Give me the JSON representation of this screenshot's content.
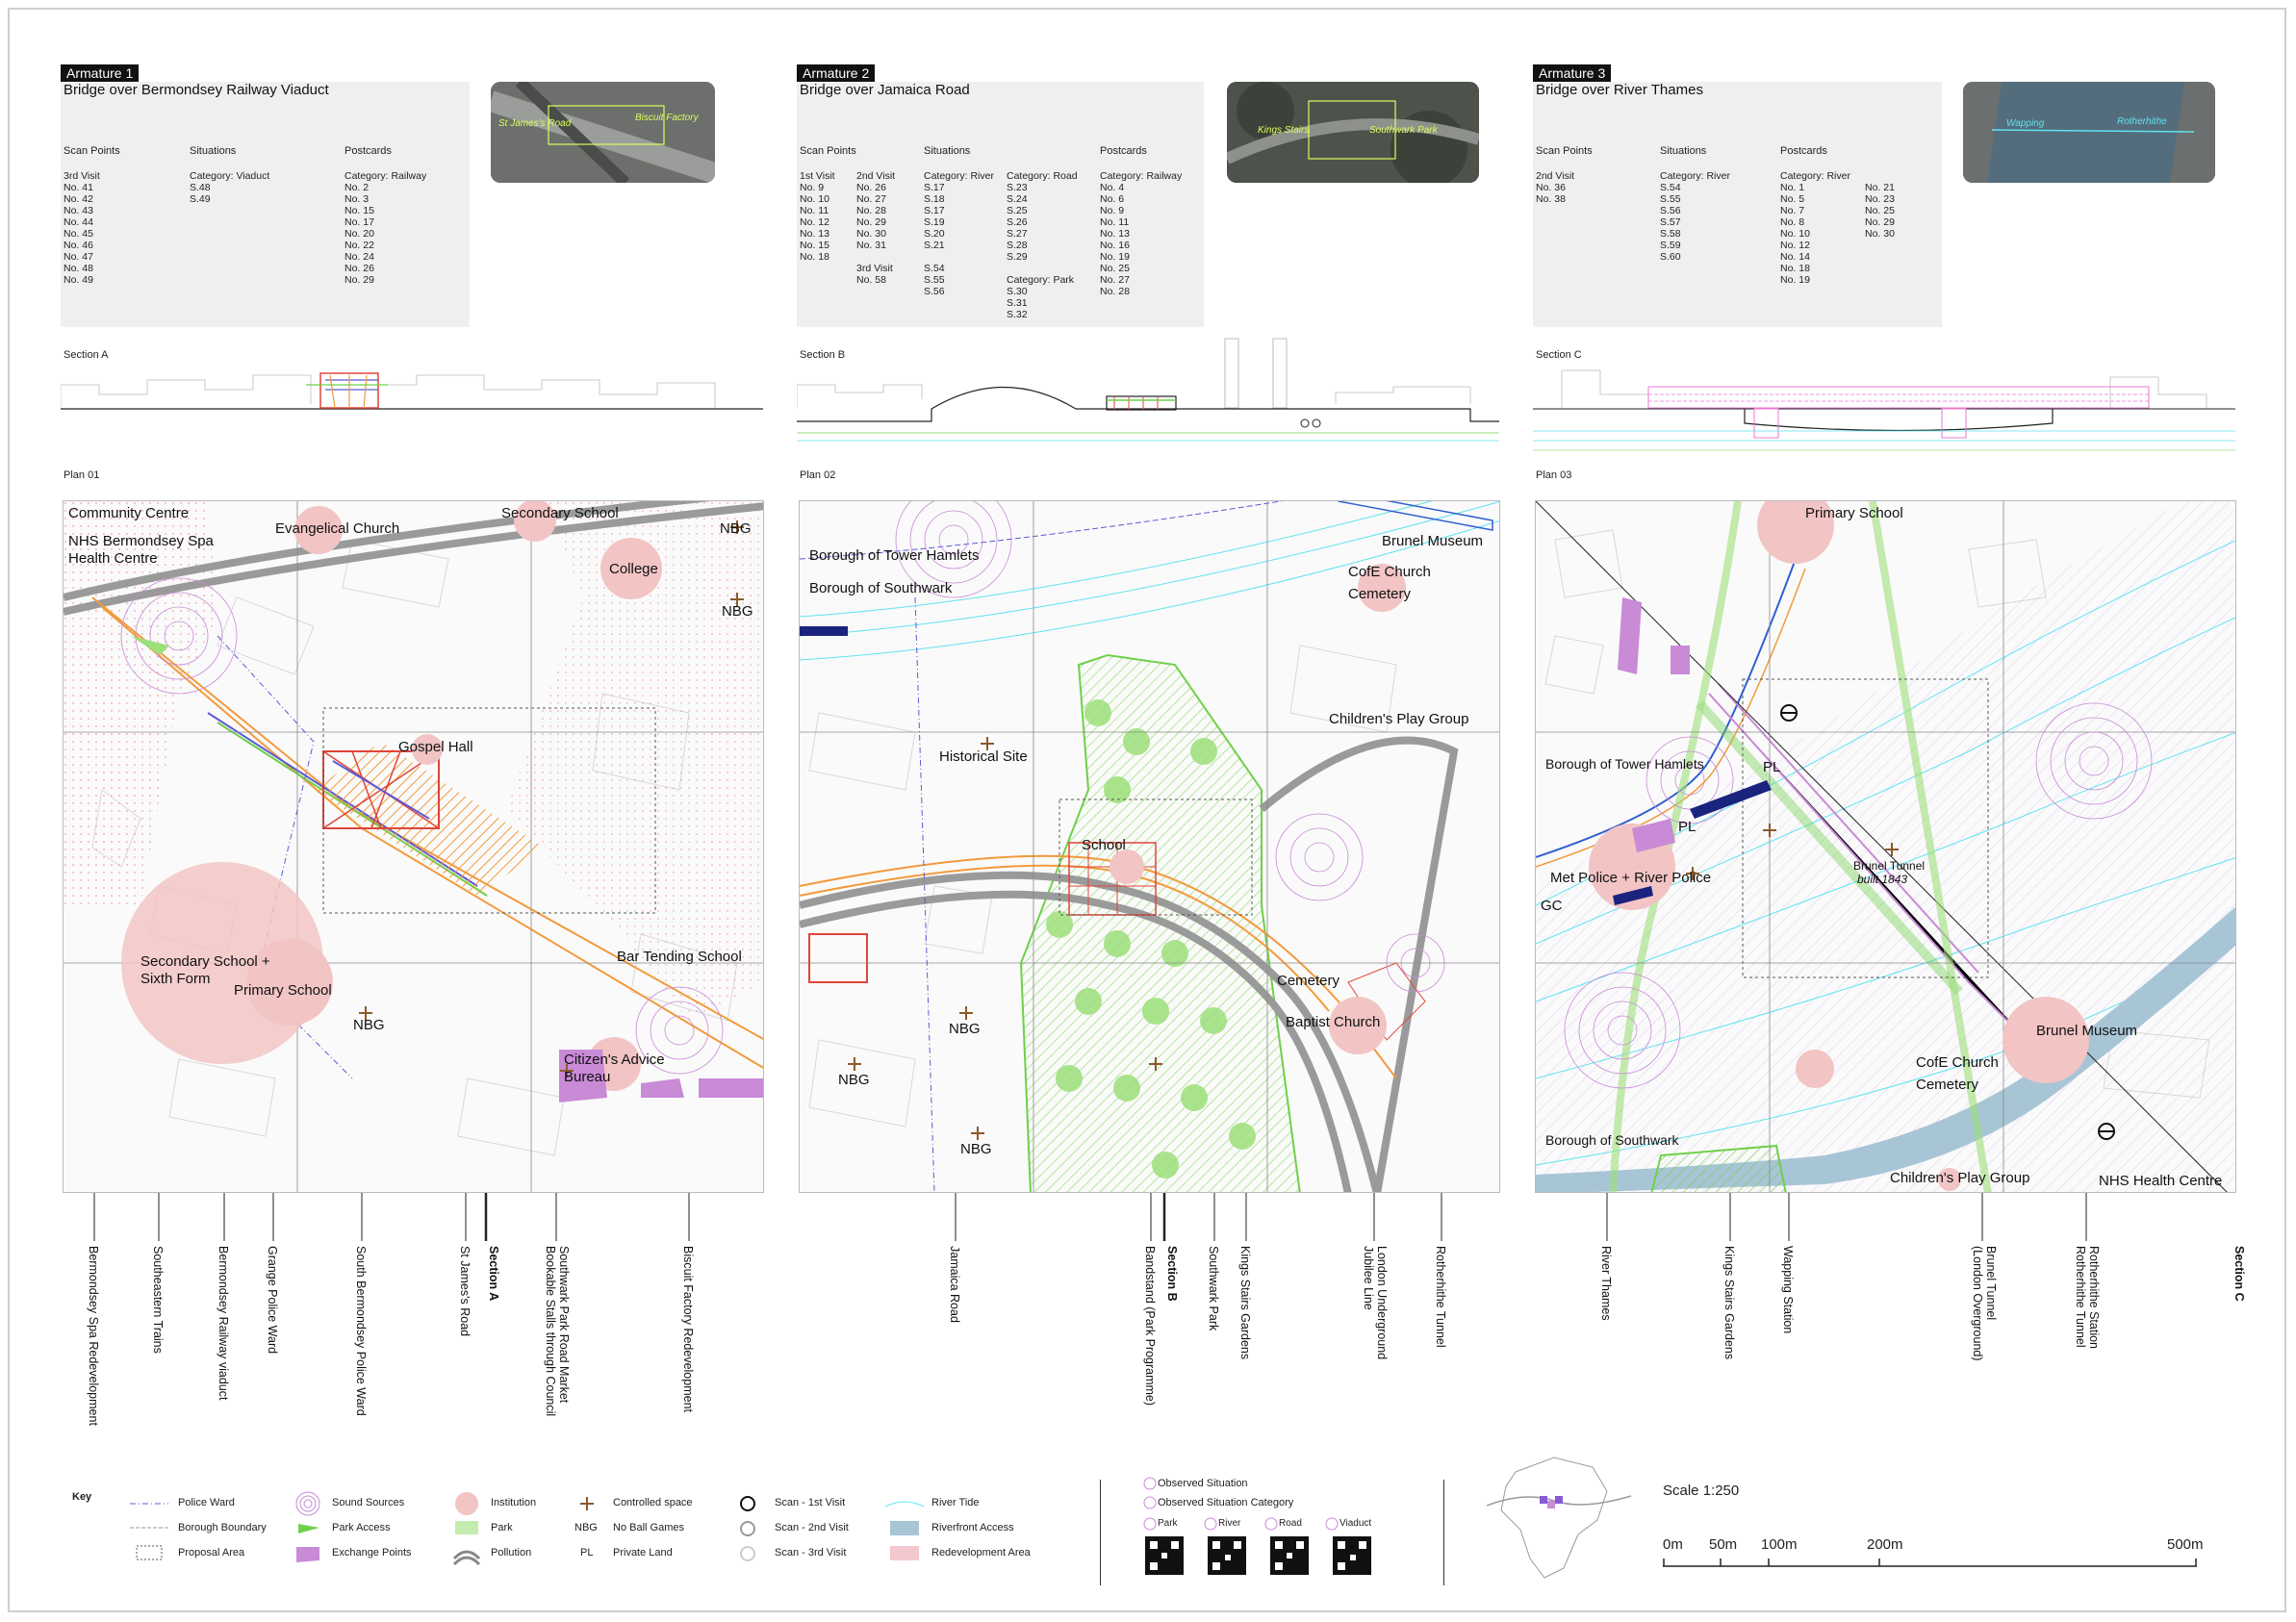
{
  "armatures": [
    {
      "tag": "Armature 1",
      "title": "Bridge over Bermondsey Railway Viaduct",
      "headers": [
        "Scan Points",
        "Situations",
        "Postcards"
      ],
      "scan_points": "3rd Visit\nNo. 41\nNo. 42\nNo. 43\nNo. 44\nNo. 45\nNo. 46\nNo. 47\nNo. 48\nNo. 49",
      "situations": "Category: Viaduct\nS.48\nS.49",
      "postcards": "Category: Railway\nNo. 2\nNo. 3\nNo. 15\nNo. 17\nNo. 20\nNo. 22\nNo. 24\nNo. 26\nNo. 29",
      "photo_labels": [
        "St James's Road",
        "Biscuit Factory"
      ]
    },
    {
      "tag": "Armature 2",
      "title": "Bridge over Jamaica Road",
      "headers": [
        "Scan Points",
        "Situations",
        "Postcards"
      ],
      "scan_points_a": "1st Visit\nNo. 9\nNo. 10\nNo. 11\nNo. 12\nNo. 13\nNo. 15\nNo. 18",
      "scan_points_b": "2nd Visit\nNo. 26\nNo. 27\nNo. 28\nNo. 29\nNo. 30\nNo. 31\n\n3rd Visit\nNo. 58",
      "situations_a": "Category: River\nS.17\nS.18\nS.17\nS.19\nS.20\nS.21\n\nS.54\nS.55\nS.56",
      "situations_b": "Category: Road\nS.23\nS.24\nS.25\nS.26\nS.27\nS.28\nS.29\n\nCategory: Park\nS.30\nS.31\nS.32",
      "postcards": "Category: Railway\nNo. 4\nNo. 6\nNo. 9\nNo. 11\nNo. 13\nNo. 16\nNo. 19\nNo. 25\nNo. 27\nNo. 28",
      "photo_labels": [
        "Kings Stairs",
        "Southwark Park"
      ]
    },
    {
      "tag": "Armature 3",
      "title": "Bridge over River Thames",
      "headers": [
        "Scan Points",
        "Situations",
        "Postcards"
      ],
      "scan_points": "2nd Visit\nNo. 36\nNo. 38",
      "situations": "Category: River\nS.54\nS.55\nS.56\nS.57\nS.58\nS.59\nS.60",
      "postcards_a": "Category: River\nNo. 1\nNo. 5\nNo. 7\nNo. 8\nNo. 10\nNo. 12\nNo. 14\nNo. 18\nNo. 19",
      "postcards_b": "\nNo. 21\nNo. 23\nNo. 25\nNo. 29\nNo. 30",
      "photo_labels": [
        "Wapping",
        "Rotherhithe"
      ]
    }
  ],
  "sections": [
    "Section A",
    "Section B",
    "Section C"
  ],
  "plans": [
    {
      "label": "Plan 01",
      "places": [
        "Community Centre",
        "NHS Bermondsey Spa\nHealth Centre",
        "Evangelical Church",
        "Secondary School",
        "College",
        "NBG",
        "NBG",
        "Gospel Hall",
        "Secondary School +\nSixth Form",
        "Primary School",
        "NBG",
        "Bar Tending School",
        "Citizen's Advice\nBureau"
      ],
      "bottom_labels": [
        "Bermondsey Spa Redevelopment",
        "Southeastern Trains",
        "Bermondsey Railway viaduct",
        "Grange Police Ward",
        "South Bermondsey Police Ward",
        "St James's Road",
        "Section A",
        "Southwark Park Road Market\nBookable Stalls through Council",
        "Biscuit Factory Redevelopment"
      ]
    },
    {
      "label": "Plan 02",
      "places": [
        "Borough of Tower Hamlets",
        "Borough of Southwark",
        "Brunel Museum",
        "CofE Church\nCemetery",
        "Historical Site",
        "Children's Play Group",
        "School",
        "NBG",
        "NBG",
        "NBG",
        "Cemetery",
        "Baptist Church"
      ],
      "bottom_labels": [
        "Jamaica Road",
        "Bandstand (Park Programme)",
        "Section B",
        "Southwark Park",
        "Kings Stairs Gardens",
        "London Underground\nJubilee Line",
        "Rotherhithe Tunnel"
      ]
    },
    {
      "label": "Plan 03",
      "places": [
        "Primary School",
        "Borough of Tower Hamlets",
        "PL",
        "PL",
        "Met Police + River Police",
        "GC",
        "Brunel Tunnel",
        "built 1843",
        "Brunel Museum",
        "CofE Church\nCemetery",
        "Borough of Southwark",
        "Children's Play Group",
        "NHS Health Centre"
      ],
      "bottom_labels": [
        "River Thames",
        "Kings Stairs Gardens",
        "Wapping Station",
        "Brunel Tunnel\n(London Overground)",
        "Rotherhithe Station\nRotherhithe Tunnel",
        "Section C"
      ]
    }
  ],
  "key": {
    "title": "Key",
    "items": [
      "Police Ward",
      "Borough Boundary",
      "Proposal Area",
      "Sound Sources",
      "Park Access",
      "Exchange Points",
      "Institution",
      "Park",
      "Pollution",
      "Controlled space",
      "No Ball Games",
      "Private Land",
      "Scan - 1st Visit",
      "Scan - 2nd Visit",
      "Scan - 3rd Visit",
      "River Tide",
      "Riverfront Access",
      "Redevelopment Area"
    ],
    "abbrevs": [
      "NBG",
      "PL"
    ],
    "situations": [
      "Observed Situation",
      "Observed Situation Category"
    ],
    "qr_labels": [
      "Park",
      "River",
      "Road",
      "Viaduct"
    ]
  },
  "scale": {
    "title": "Scale 1:250",
    "ticks": [
      "0m",
      "50m",
      "100m",
      "200m",
      "500m"
    ]
  },
  "colors": {
    "institution": "#f2c4c4",
    "park": "#9ddf7a",
    "orange": "#f39a3c",
    "purple": "#c98ad6",
    "river": "#a8c5d6",
    "pink_area": "#f3c8cf"
  }
}
